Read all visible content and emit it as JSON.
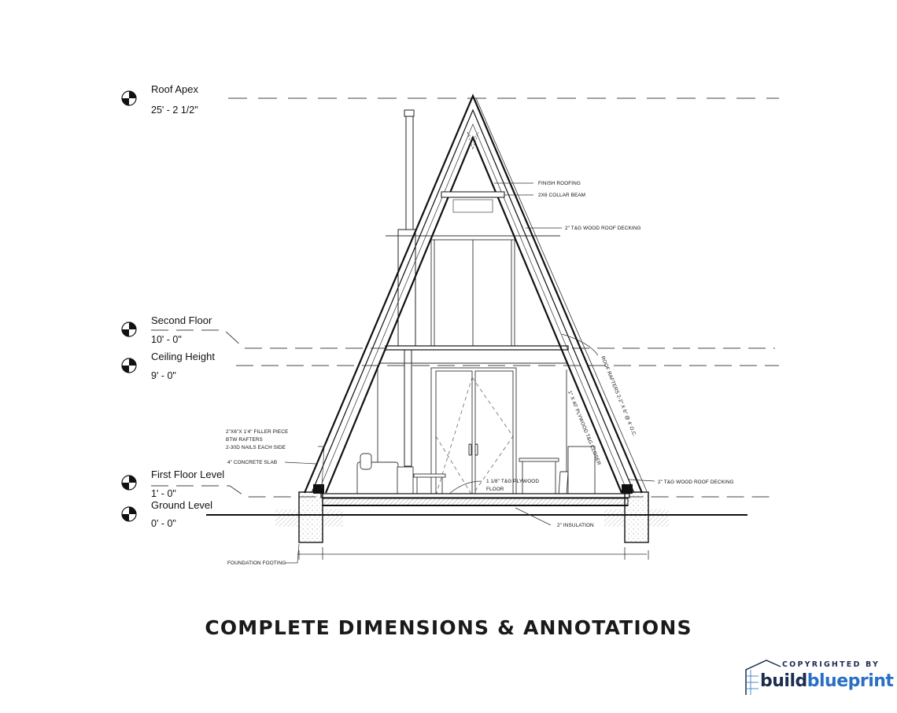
{
  "levels": [
    {
      "name": "Roof Apex",
      "value": "25' - 2 1/2\""
    },
    {
      "name": "Second Floor",
      "value": "10' - 0\""
    },
    {
      "name": "Ceiling Height",
      "value": "9' - 0\""
    },
    {
      "name": "First Floor Level",
      "value": "1' - 0\""
    },
    {
      "name": "Ground Level",
      "value": "0' - 0\""
    }
  ],
  "annotations": {
    "finish_roofing": "FINISH ROOFING",
    "collar_beam": "2X6 COLLAR BEAM",
    "roof_decking_upper": "2\" T&G WOOD ROOF DECKING",
    "roof_rafters": "ROOF RAFTERS 2-2\" X 6\" @ 4' O.C.",
    "plywood_closer": "1\" X 40' PLYWOOD T&G CLOSER",
    "filler_1": "2\"X6\"X 1'4\" FILLER PIECE",
    "filler_2": "BTW RAFTERS",
    "filler_3": "2-30D NAILS EACH SIDE",
    "concrete_slab": "4\" CONCRETE SLAB",
    "plywood_floor_1": "1 1/8\" T&G PLYWOOD",
    "plywood_floor_2": "FLOOR",
    "roof_decking_lower": "2\" T&G WOOD ROOF DECKING",
    "insulation": "2\" INSULATION",
    "foundation": "FOUNDATION FOOTING"
  },
  "heading": "COMPLETE DIMENSIONS & ANNOTATIONS",
  "brand": {
    "copyright": "COPYRIGHTED BY",
    "name_part1": "build",
    "name_part2": "blueprint"
  }
}
